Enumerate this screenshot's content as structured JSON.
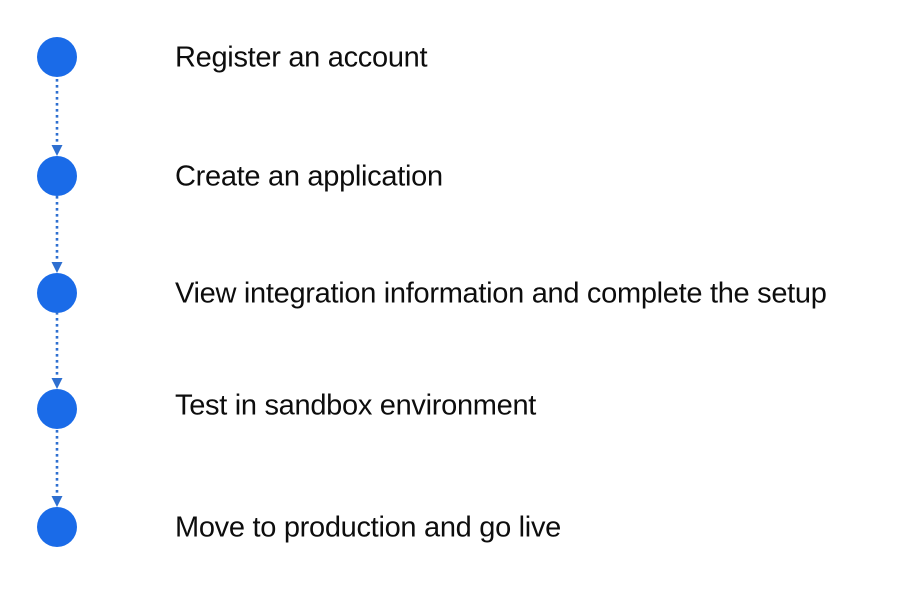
{
  "flow": {
    "accent_color": "#1a6be8",
    "connector_color": "#2e6fd0",
    "text_color": "#0d0d0d",
    "background_color": "#ffffff",
    "steps": [
      {
        "label": "Register an account"
      },
      {
        "label": "Create an application"
      },
      {
        "label": "View integration information and complete the setup"
      },
      {
        "label": "Test in sandbox environment"
      },
      {
        "label": "Move to production and go live"
      }
    ]
  }
}
